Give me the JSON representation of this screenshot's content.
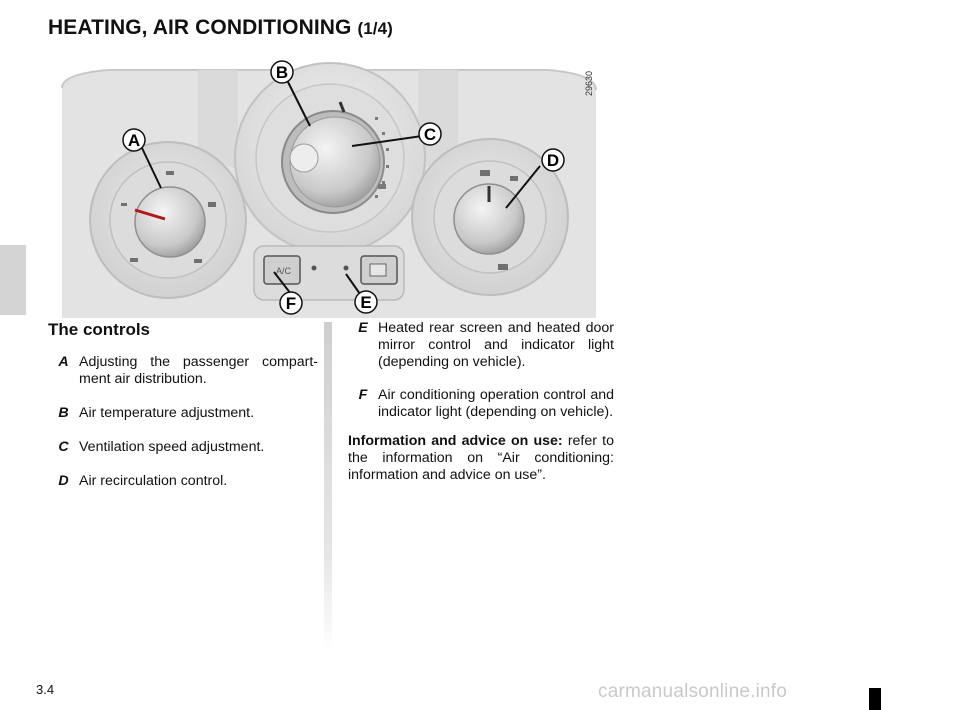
{
  "header": {
    "title": "HEATING, AIR CONDITIONING",
    "part": "(1/4)"
  },
  "figure": {
    "ref_code": "29630",
    "callouts": [
      "A",
      "B",
      "C",
      "D",
      "E",
      "F"
    ],
    "button_labels": {
      "ac": "A/C"
    }
  },
  "controls": {
    "heading": "The controls",
    "items": [
      {
        "letter": "A",
        "text": "Adjusting the passenger compart-ment air distribution."
      },
      {
        "letter": "B",
        "text": "Air temperature adjustment."
      },
      {
        "letter": "C",
        "text": "Ventilation speed adjustment."
      },
      {
        "letter": "D",
        "text": "Air recirculation control."
      }
    ]
  },
  "right_items": [
    {
      "letter": "E",
      "text": "Heated rear screen and heated door mirror control and indicator light (depending on vehicle)."
    },
    {
      "letter": "F",
      "text": "Air conditioning operation control and indicator light (depending on vehicle)."
    }
  ],
  "info": {
    "label": "Information and advice on use:",
    "text": " refer to the information on “Air conditioning: information and advice on use”."
  },
  "footer": {
    "page_number": "3.4",
    "watermark": "carmanualsonline.info"
  }
}
